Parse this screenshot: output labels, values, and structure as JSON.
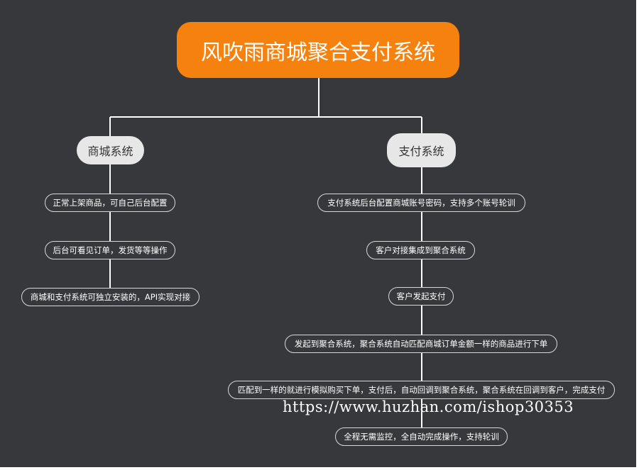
{
  "diagram": {
    "root": {
      "label": "风吹雨商城聚合支付系统"
    },
    "branches": [
      {
        "label": "商城系统",
        "items": [
          "正常上架商品，可自己后台配置",
          "后台可看见订单，发货等等操作",
          "商城和支付系统可独立安装的，API实现对接"
        ]
      },
      {
        "label": "支付系统",
        "items": [
          "支付系统后台配置商城账号密码，支持多个账号轮训",
          "客户对接集成到聚合系统",
          "客户发起支付",
          "发起到聚合系统，聚合系统自动匹配商城订单金额一样的商品进行下单",
          "匹配到一样的就进行模拟购买下单，支付后，自动回调到聚合系统，聚合系统在回调到客户，完成支付",
          "全程无需监控，全自动完成操作，支持轮训"
        ]
      }
    ]
  },
  "watermark": "https://www.huzhan.com/ishop30353",
  "colors": {
    "background": "#37383c",
    "root": "#f5820f",
    "branch": "#e7e7e7",
    "line": "#ffffff"
  }
}
